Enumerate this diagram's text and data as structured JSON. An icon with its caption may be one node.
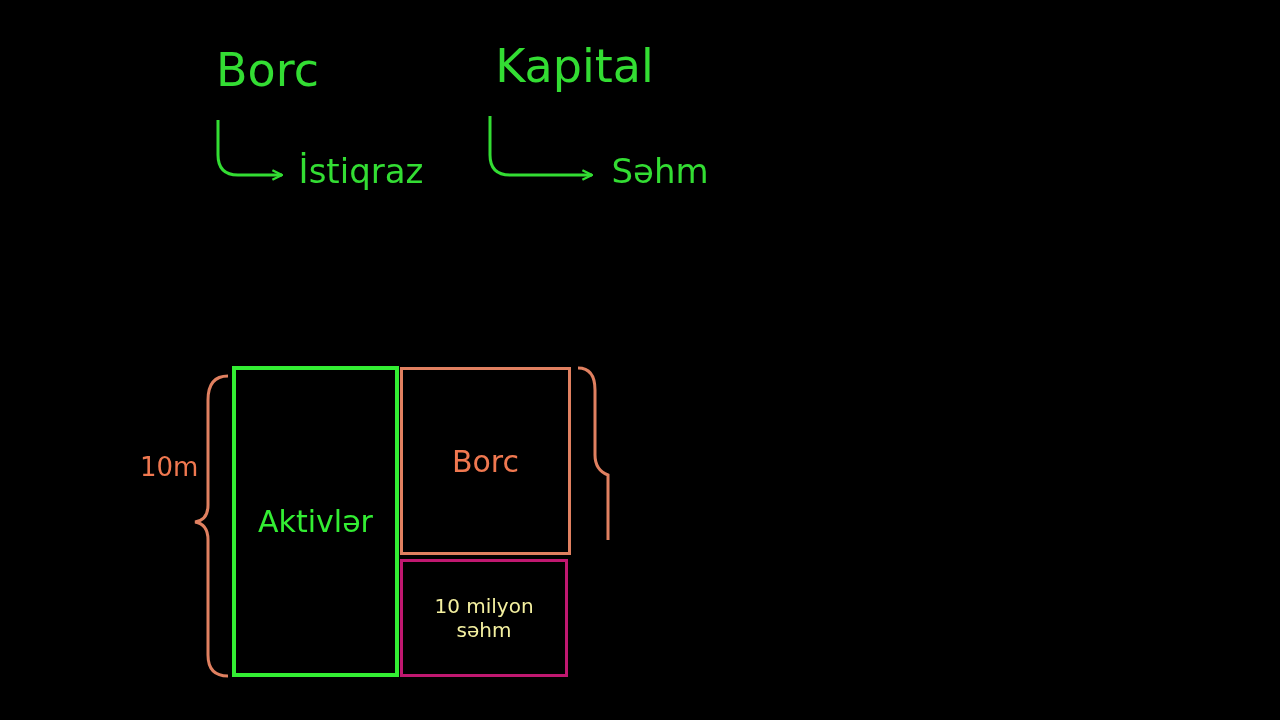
{
  "diagram": {
    "nodes": [
      {
        "text": [
          "Borc"
        ]
      },
      {
        "text": [
          "İstiqraz"
        ]
      },
      {
        "text": [
          "Kapital"
        ]
      },
      {
        "text": [
          "Səhm"
        ]
      },
      {
        "text": [
          "Aktivlər"
        ]
      },
      {
        "text": [
          "Borc"
        ]
      },
      {
        "text": [
          "10 milyon səhm"
        ]
      }
    ],
    "edges": [
      {
        "from": 0,
        "to": 1,
        "arrow": "to"
      },
      {
        "from": 2,
        "to": 3,
        "arrow": "to"
      }
    ],
    "labels": [
      "10m"
    ]
  }
}
